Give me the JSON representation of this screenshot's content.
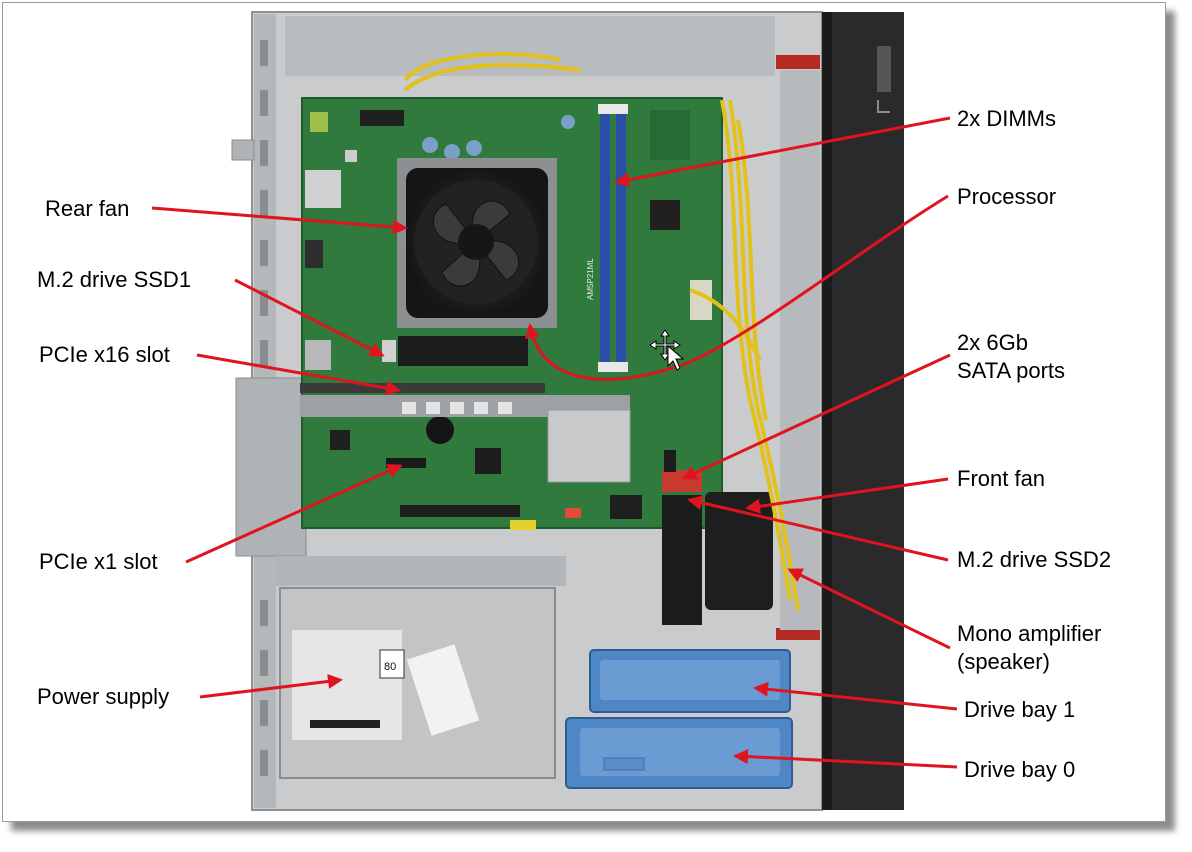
{
  "labels": {
    "rear_fan": "Rear fan",
    "m2_ssd1": "M.2 drive SSD1",
    "pcie_x16": "PCIe x16 slot",
    "pcie_x1": "PCIe x1 slot",
    "power_supply": "Power supply",
    "dimms": "2x DIMMs",
    "processor": "Processor",
    "sata_line1": "2x 6Gb",
    "sata_line2": "SATA ports",
    "front_fan": "Front fan",
    "m2_ssd2": "M.2 drive SSD2",
    "mono_line1": "Mono amplifier",
    "mono_line2": "(speaker)",
    "bay1": "Drive bay 1",
    "bay0": "Drive bay 0"
  },
  "pcb_markings": {
    "board_model": "AM5P21ML",
    "psu_badge": "80"
  },
  "colors": {
    "arrow": "#e0141e",
    "pcb": "#2f7a3c",
    "chassis": "#c9cbcc",
    "side_panel": "#2a2a2c",
    "drive_bay": "#4f86c6",
    "dimm": "#2b4fa8",
    "cable_yellow": "#e2c21a"
  }
}
